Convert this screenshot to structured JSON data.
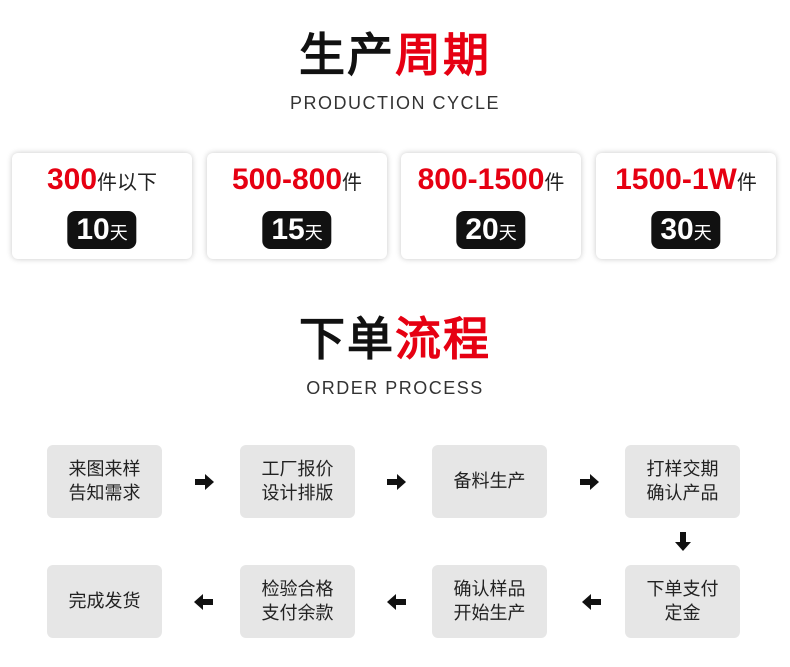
{
  "production": {
    "title_black": "生产",
    "title_red": "周期",
    "subtitle": "PRODUCTION CYCLE",
    "cards": [
      {
        "qty": "300",
        "unit": "件以下",
        "days": "10",
        "days_unit": "天"
      },
      {
        "qty": "500-800",
        "unit": "件",
        "days": "15",
        "days_unit": "天"
      },
      {
        "qty": "800-1500",
        "unit": "件",
        "days": "20",
        "days_unit": "天"
      },
      {
        "qty": "1500-1W",
        "unit": "件",
        "days": "30",
        "days_unit": "天"
      }
    ]
  },
  "order": {
    "title_black": "下单",
    "title_red": "流程",
    "subtitle": "ORDER PROCESS",
    "steps": [
      "来图来样告知需求",
      "工厂报价设计排版",
      "备料生产",
      "打样交期确认产品",
      "下单支付定金",
      "确认样品开始生产",
      "检验合格支付余款",
      "完成发货"
    ]
  },
  "colors": {
    "accent": "#e60012",
    "dark": "#111111",
    "step_bg": "#e6e6e6"
  },
  "icons": [
    "arrow-right-icon",
    "arrow-down-icon",
    "arrow-left-icon"
  ]
}
